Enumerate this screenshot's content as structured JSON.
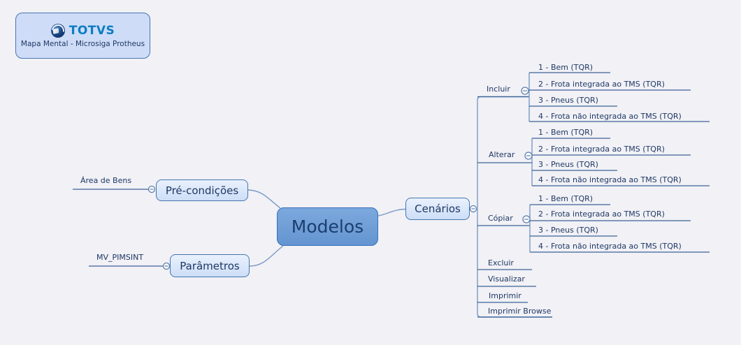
{
  "logo": {
    "brand": "TOTVS",
    "subtitle": "Mapa Mental - Microsiga Protheus"
  },
  "icons": {
    "collapse_toggle": "minus-circle-icon",
    "logo": "totvs-sphere-icon"
  },
  "map": {
    "root": {
      "label": "Modelos"
    },
    "left": [
      {
        "label": "Pré-condições",
        "leaf": "Área de Bens"
      },
      {
        "label": "Parâmetros",
        "leaf": "MV_PIMSINT"
      }
    ],
    "right": {
      "label": "Cenários",
      "branches": [
        {
          "label": "Incluir",
          "children": [
            "1 - Bem (TQR)",
            "2 - Frota integrada ao TMS (TQR)",
            "3 - Pneus (TQR)",
            "4 - Frota não integrada ao TMS (TQR)"
          ]
        },
        {
          "label": "Alterar",
          "children": [
            "1 - Bem (TQR)",
            "2 - Frota integrada ao TMS (TQR)",
            "3 - Pneus (TQR)",
            "4 - Frota não integrada ao TMS (TQR)"
          ]
        },
        {
          "label": "Cópiar",
          "children": [
            "1 - Bem (TQR)",
            "2 - Frota integrada ao TMS (TQR)",
            "3 - Pneus (TQR)",
            "4 - Frota não integrada ao TMS (TQR)"
          ]
        },
        {
          "label": "Excluir",
          "children": []
        },
        {
          "label": "Visualizar",
          "children": []
        },
        {
          "label": "Imprimir",
          "children": []
        },
        {
          "label": "Imprimir Browse",
          "children": []
        }
      ]
    }
  },
  "colors": {
    "background": "#f1f1f6",
    "node_border": "#4576ad",
    "root_border": "#3470bd",
    "text": "#1f3864",
    "root_text": "#1c3e6e",
    "underline": "#3c6496",
    "connector": "#7b99c4",
    "toggle": "#5c7fae",
    "logo_blue": "#0c7dc0"
  }
}
